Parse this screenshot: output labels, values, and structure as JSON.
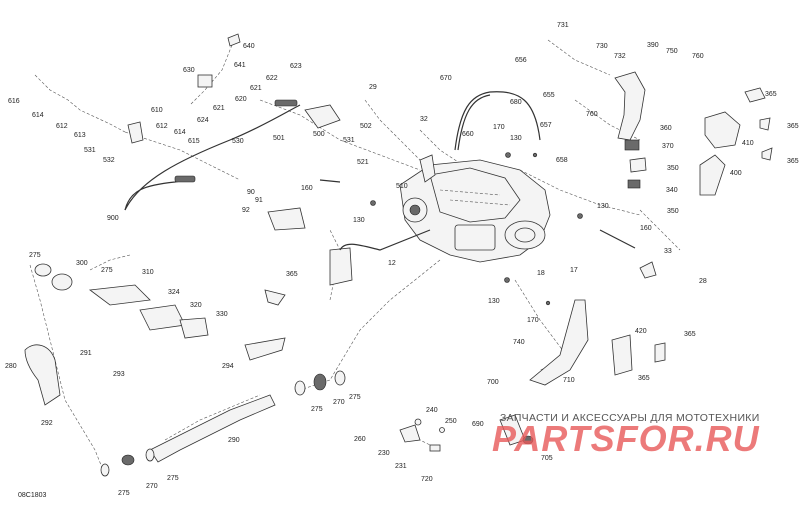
{
  "diagram": {
    "code": "08C1803",
    "watermark_text": "ЗАПЧАСТИ И АКСЕССУАРЫ ДЛЯ МОТОТЕХНИКИ",
    "watermark_logo": "PARTSFOR.RU"
  },
  "callouts": {
    "c731": "731",
    "c730": "730",
    "c390": "390",
    "c750": "750",
    "c760a": "760",
    "c732": "732",
    "c640": "640",
    "c630": "630",
    "c641": "641",
    "c623": "623",
    "c622": "622",
    "c621": "621",
    "c620": "620",
    "c624": "624",
    "c656": "656",
    "c670": "670",
    "c680": "680",
    "c655": "655",
    "c616": "616",
    "c614a": "614",
    "c612a": "612",
    "c613": "613",
    "c531a": "531",
    "c532": "532",
    "c610": "610",
    "c612b": "612",
    "c614b": "614",
    "c615": "615",
    "c530": "530",
    "c900": "900",
    "c29": "29",
    "c500": "500",
    "c502": "502",
    "c531b": "531",
    "c501": "501",
    "c32": "32",
    "c660": "660",
    "c170a": "170",
    "c130a": "130",
    "c657": "657",
    "c658": "658",
    "c521": "521",
    "c760b": "760",
    "c365a": "365",
    "c360": "360",
    "c370": "370",
    "c350a": "350",
    "c340": "340",
    "c410": "410",
    "c365b": "365",
    "c400": "400",
    "c365c": "365",
    "c510": "510",
    "c160a": "160",
    "c130b": "130",
    "c130c": "130",
    "c350b": "350",
    "c160b": "160",
    "c90": "90",
    "c91": "91",
    "c92": "92",
    "c275a": "275",
    "c300": "300",
    "c275b": "275",
    "c310": "310",
    "c324": "324",
    "c320": "320",
    "c330": "330",
    "c365d": "365",
    "c12": "12",
    "c18": "18",
    "c17": "17",
    "c33": "33",
    "c28": "28",
    "c130d": "130",
    "c170b": "170",
    "c420": "420",
    "c365e": "365",
    "c365f": "365",
    "c740": "740",
    "c291": "291",
    "c293": "293",
    "c294": "294",
    "c280": "280",
    "c710": "710",
    "c700": "700",
    "c275c": "275",
    "c270a": "270",
    "c275d": "275",
    "c292": "292",
    "c240": "240",
    "c250": "250",
    "c690": "690",
    "c705": "705",
    "c260": "260",
    "c230": "230",
    "c231": "231",
    "c290": "290",
    "c720": "720",
    "c275e": "275",
    "c270b": "270",
    "c275f": "275"
  }
}
